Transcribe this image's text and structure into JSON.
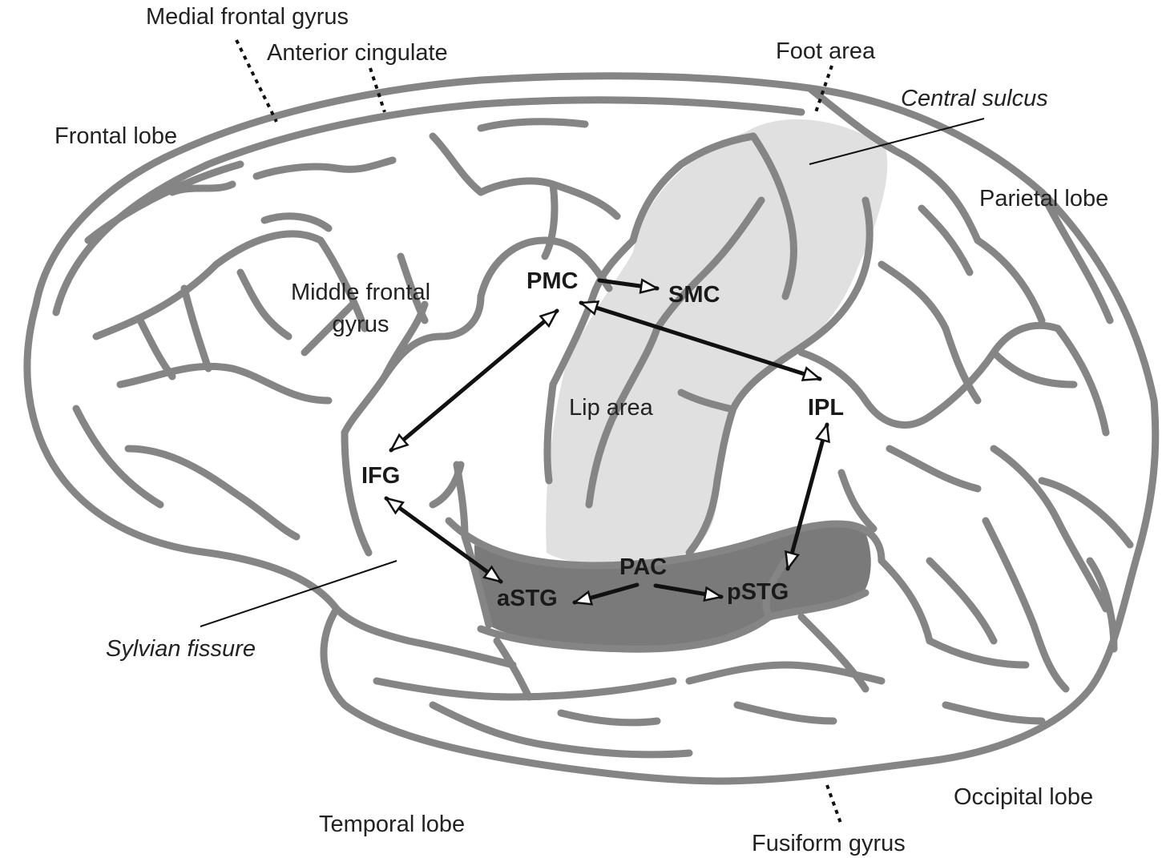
{
  "labels": {
    "medial_frontal_gyrus": "Medial frontal gyrus",
    "anterior_cingulate": "Anterior cingulate",
    "foot_area": "Foot area",
    "central_sulcus": "Central sulcus",
    "frontal_lobe": "Frontal lobe",
    "parietal_lobe": "Parietal lobe",
    "middle_frontal_gyrus_line1": "Middle frontal",
    "middle_frontal_gyrus_line2": "gyrus",
    "lip_area": "Lip area",
    "sylvian_fissure": "Sylvian fissure",
    "temporal_lobe": "Temporal lobe",
    "fusiform_gyrus": "Fusiform gyrus",
    "occipital_lobe": "Occipital lobe"
  },
  "regions": {
    "pmc": "PMC",
    "smc": "SMC",
    "ifg": "IFG",
    "ipl": "IPL",
    "pac": "PAC",
    "astg": "aSTG",
    "pstg": "pSTG"
  },
  "connections": [
    {
      "from": "PMC",
      "to": "SMC",
      "direction": "one-way"
    },
    {
      "from": "PMC",
      "to": "IFG",
      "direction": "two-way"
    },
    {
      "from": "PMC",
      "to": "IPL",
      "direction": "two-way"
    },
    {
      "from": "IFG",
      "to": "aSTG",
      "direction": "two-way"
    },
    {
      "from": "PAC",
      "to": "aSTG",
      "direction": "one-way"
    },
    {
      "from": "PAC",
      "to": "pSTG",
      "direction": "one-way"
    },
    {
      "from": "IPL",
      "to": "pSTG",
      "direction": "two-way"
    }
  ],
  "colors": {
    "gyri": "#858585",
    "motor_strip_fill": "#e0e0e0",
    "auditory_fill": "#7a7a7a",
    "arrow": "#111111"
  }
}
